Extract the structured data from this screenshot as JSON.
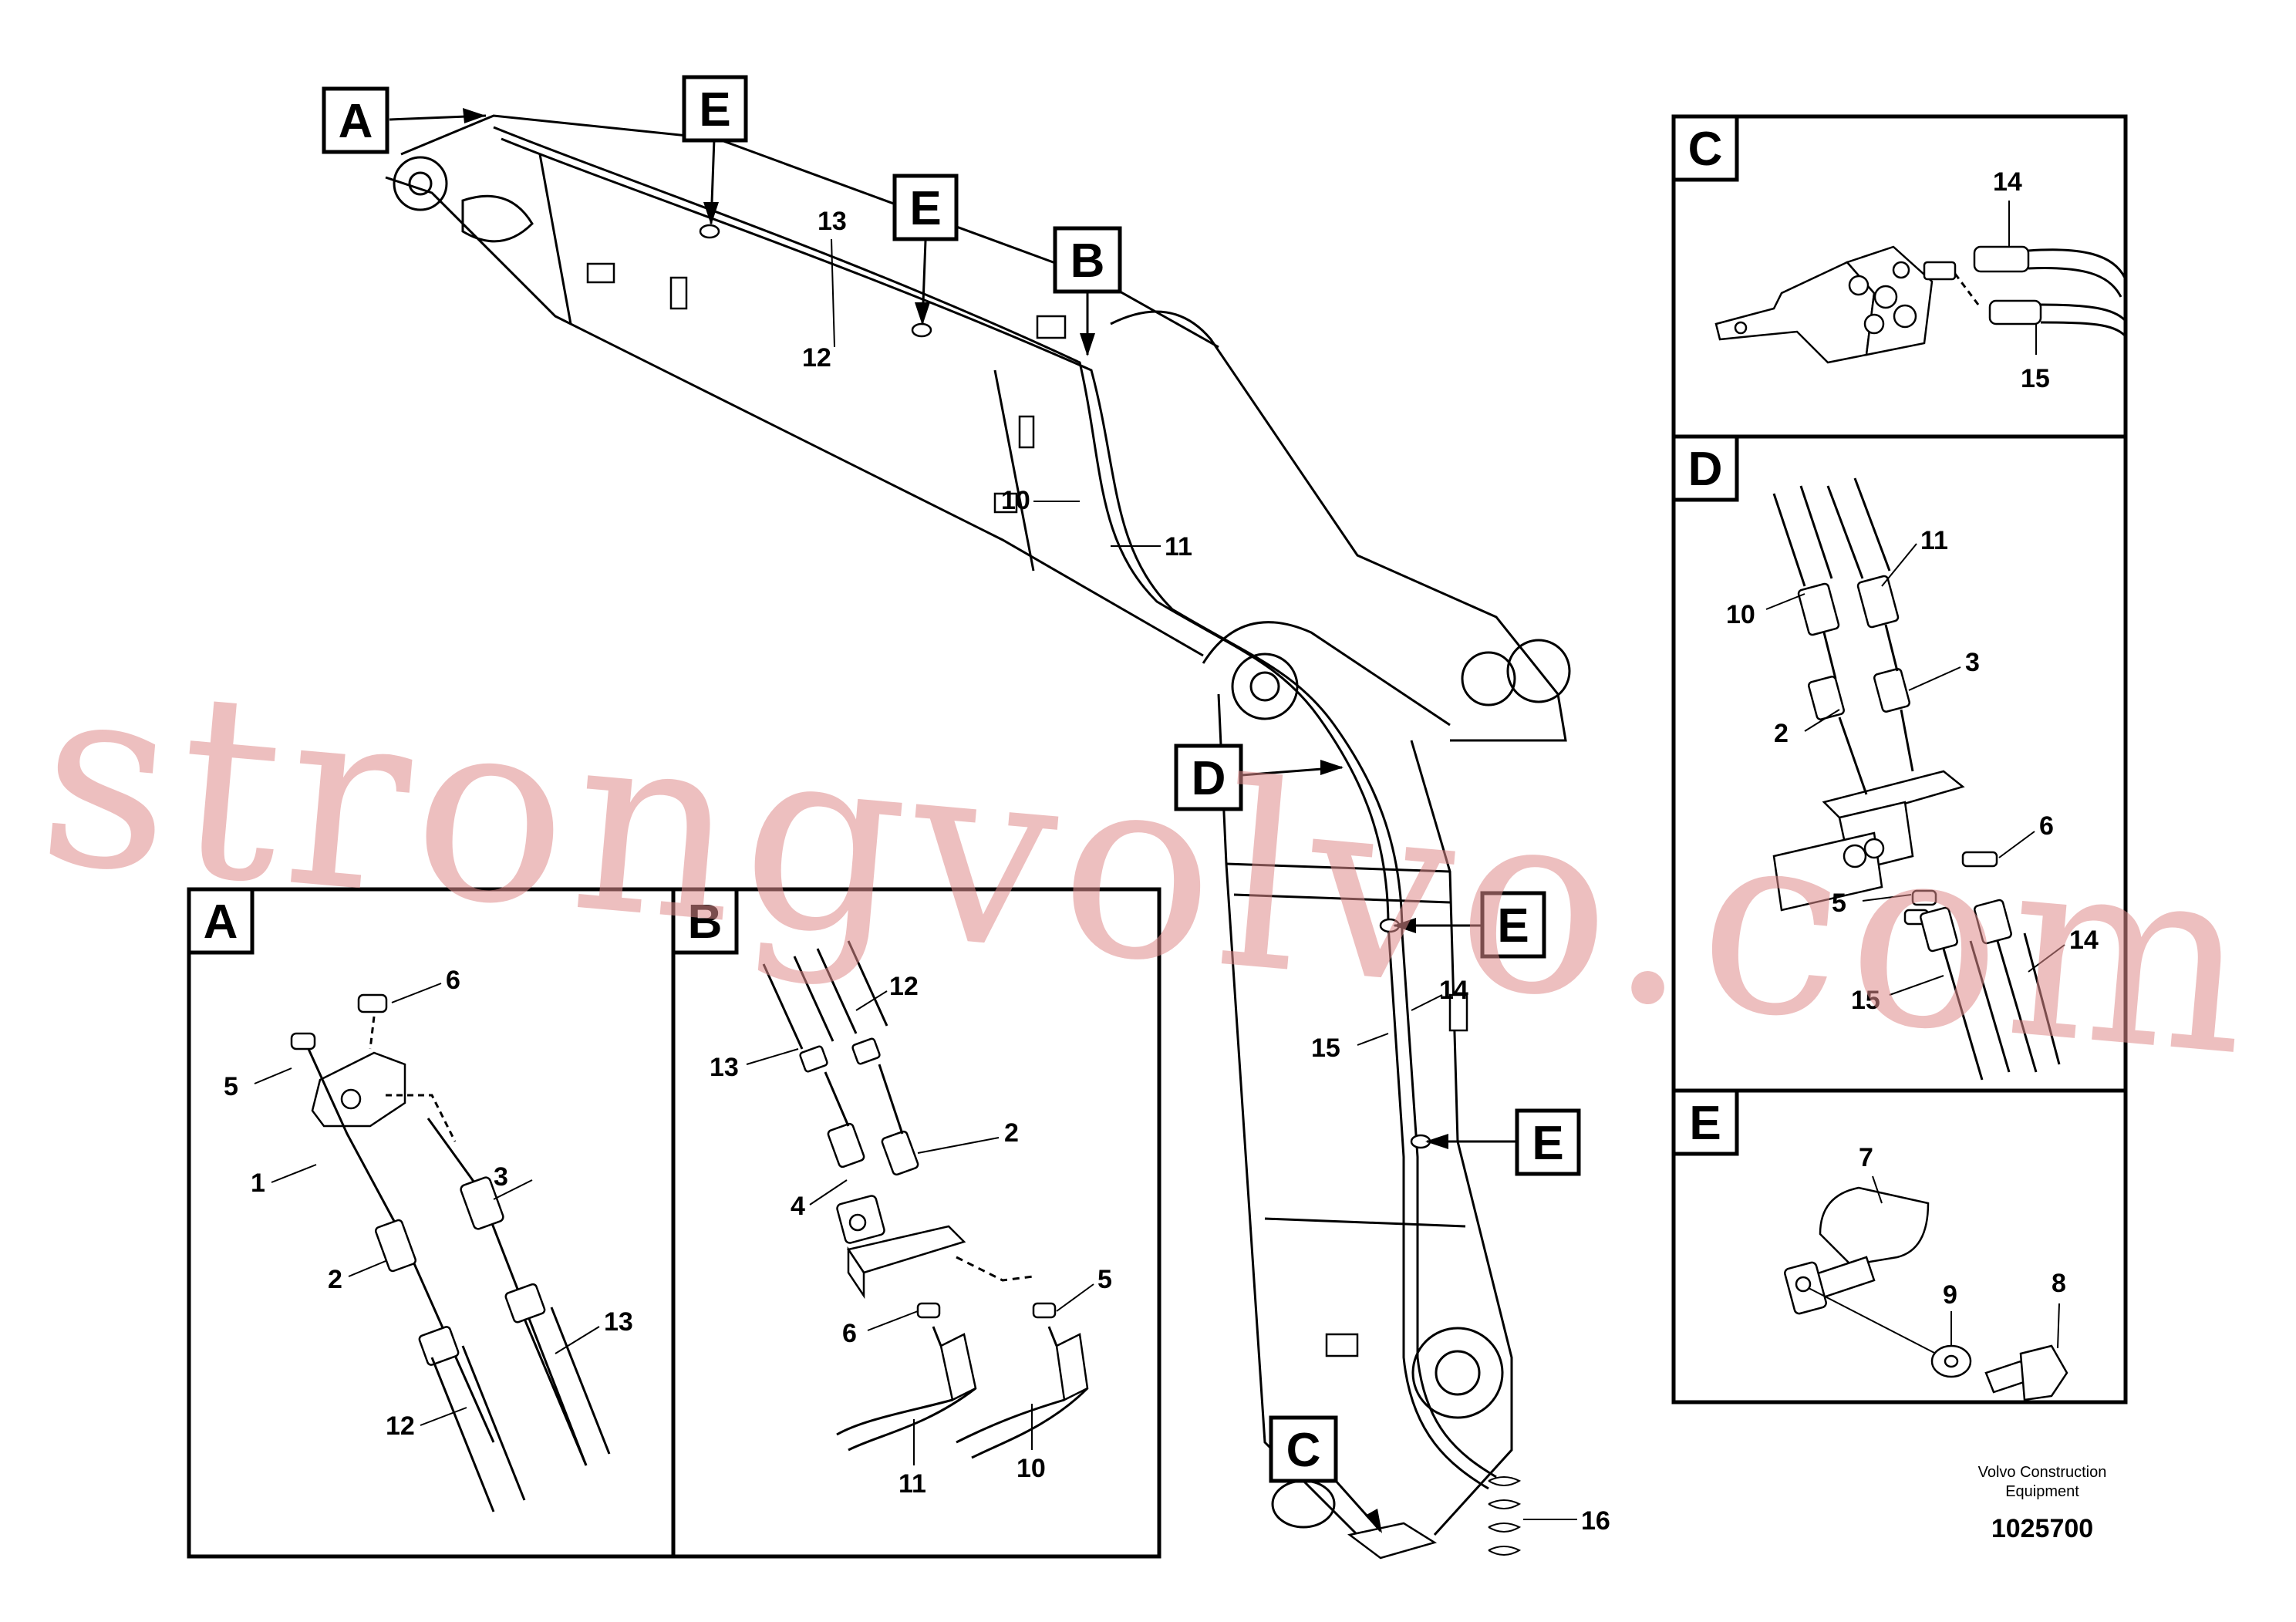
{
  "detail_labels": {
    "A": "A",
    "B": "B",
    "C": "C",
    "D": "D",
    "E": "E"
  },
  "main": {
    "callouts": [
      "13",
      "12",
      "10",
      "11",
      "14",
      "15",
      "16"
    ]
  },
  "detail_A": {
    "callouts": [
      "6",
      "5",
      "3",
      "1",
      "2",
      "13",
      "12"
    ]
  },
  "detail_B": {
    "callouts": [
      "12",
      "13",
      "2",
      "4",
      "5",
      "6",
      "11",
      "10"
    ]
  },
  "detail_C": {
    "callouts": [
      "14",
      "15"
    ]
  },
  "detail_D": {
    "callouts": [
      "11",
      "10",
      "3",
      "2",
      "6",
      "5",
      "14",
      "15"
    ]
  },
  "detail_E": {
    "callouts": [
      "7",
      "9",
      "8"
    ]
  },
  "credit": {
    "line1": "Volvo Construction",
    "line2": "Equipment",
    "number": "1025700"
  },
  "watermark": "strongvolvo.com"
}
